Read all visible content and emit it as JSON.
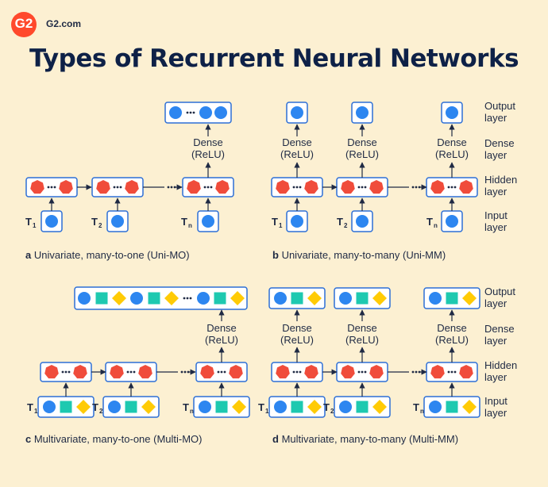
{
  "brand": {
    "logo_text": "G2",
    "site": "G2.com"
  },
  "title": "Types of Recurrent Neural Networks",
  "colors": {
    "background": "#fcf0d2",
    "hidden_node": "#f04c3b",
    "input_node": "#2d86f0",
    "square_node": "#1ec9b0",
    "diamond_node": "#ffcb05",
    "box_border": "#2d6fd6",
    "box_fill": "#ffffff",
    "text": "#1f2a44"
  },
  "layer_labels": {
    "output": [
      "Output",
      "layer"
    ],
    "dense": [
      "Dense",
      "layer"
    ],
    "hidden": [
      "Hidden",
      "layer"
    ],
    "input": [
      "Input",
      "layer"
    ]
  },
  "dense_label": [
    "Dense",
    "(ReLU)"
  ],
  "dots": "•••",
  "time_labels": {
    "t1": "T",
    "t1_sub": "1",
    "t2": "T",
    "t2_sub": "2",
    "tn": "T",
    "tn_sub": "n"
  },
  "panels": [
    {
      "id": "a",
      "letter": "a",
      "caption": "Univariate, many-to-one (Uni-MO)"
    },
    {
      "id": "b",
      "letter": "b",
      "caption": "Univariate, many-to-many (Uni-MM)"
    },
    {
      "id": "c",
      "letter": "c",
      "caption": "Multivariate, many-to-one (Multi-MO)"
    },
    {
      "id": "d",
      "letter": "d",
      "caption": "Multivariate, many-to-many (Multi-MM)"
    }
  ]
}
